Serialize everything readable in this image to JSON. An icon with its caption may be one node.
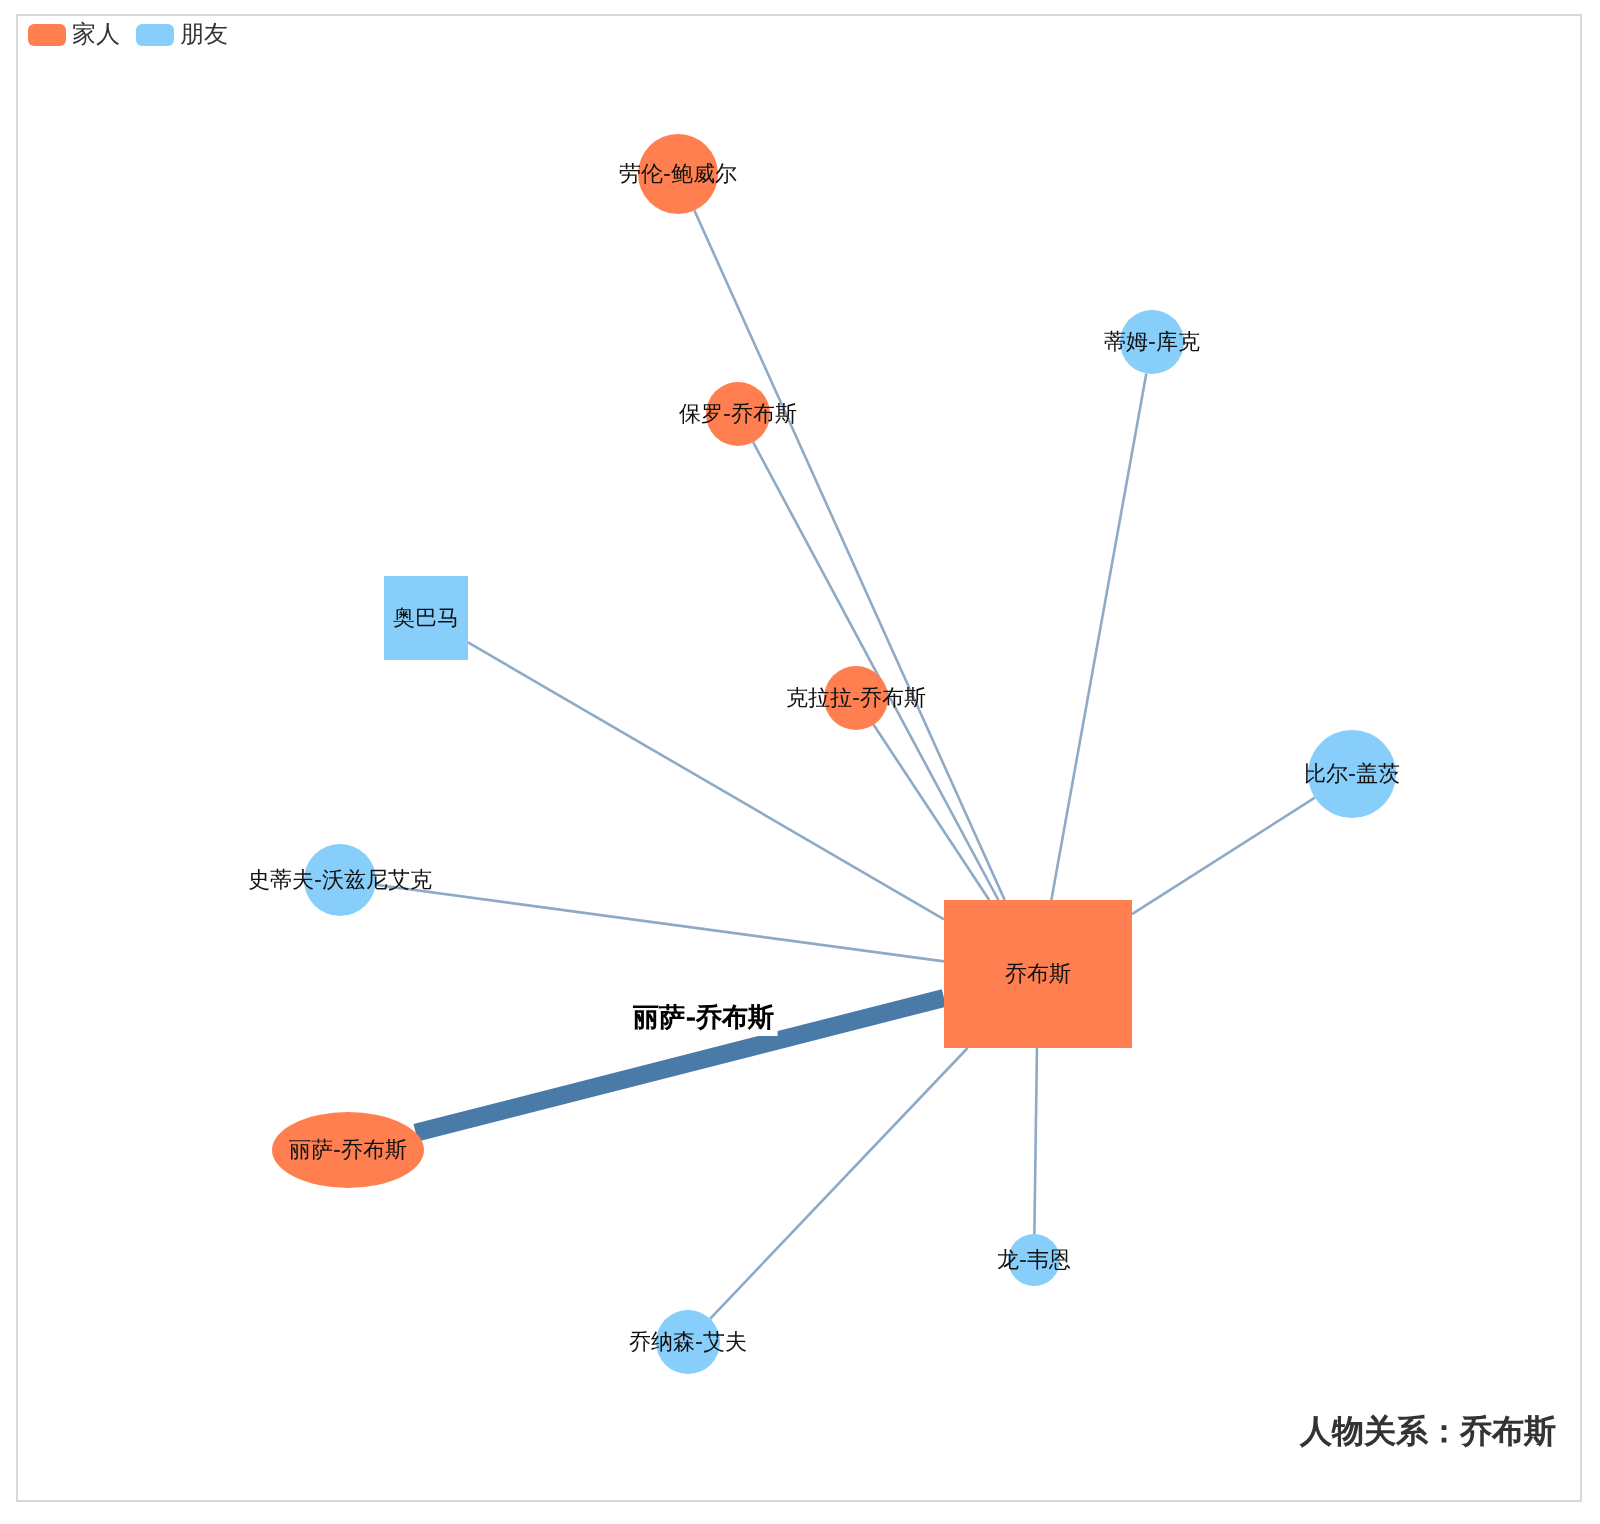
{
  "diagram": {
    "title": "人物关系：乔布斯",
    "nodes": [
      {
        "text": [
          "乔布斯"
        ]
      },
      {
        "text": [
          "劳伦-鲍威尔"
        ]
      },
      {
        "text": [
          "保罗-乔布斯"
        ]
      },
      {
        "text": [
          "克拉拉-乔布斯"
        ]
      },
      {
        "text": [
          "蒂姆-库克"
        ]
      },
      {
        "text": [
          "奥巴马"
        ]
      },
      {
        "text": [
          "比尔-盖茨"
        ]
      },
      {
        "text": [
          "史蒂夫-沃兹尼艾克"
        ]
      },
      {
        "text": [
          "丽萨-乔布斯"
        ]
      },
      {
        "text": [
          "龙-韦恩"
        ]
      },
      {
        "text": [
          "乔纳森-艾夫"
        ]
      }
    ],
    "edges": [
      {
        "from": 0,
        "to": 1,
        "arrow": "none"
      },
      {
        "from": 0,
        "to": 2,
        "arrow": "none"
      },
      {
        "from": 0,
        "to": 3,
        "arrow": "none"
      },
      {
        "from": 0,
        "to": 4,
        "arrow": "none"
      },
      {
        "from": 0,
        "to": 5,
        "arrow": "none"
      },
      {
        "from": 0,
        "to": 6,
        "arrow": "none"
      },
      {
        "from": 0,
        "to": 7,
        "arrow": "none"
      },
      {
        "from": 0,
        "to": 8,
        "arrow": "none",
        "label": "丽萨-乔布斯",
        "style": "thick",
        "color": "#4a7aa8"
      },
      {
        "from": 0,
        "to": 9,
        "arrow": "none"
      },
      {
        "from": 0,
        "to": 10,
        "arrow": "none"
      }
    ],
    "legend": [
      {
        "text": "家人",
        "color": "#ff7f50"
      },
      {
        "text": "朋友",
        "color": "#87cefa"
      }
    ]
  }
}
